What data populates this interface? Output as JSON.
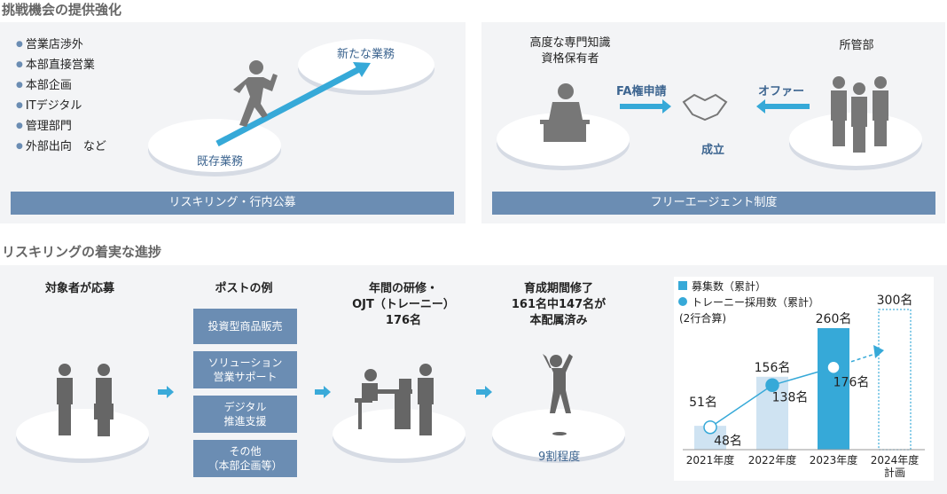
{
  "section1": {
    "title": "挑戦機会の提供強化",
    "left": {
      "items": [
        "営業店渉外",
        "本部直接営業",
        "本部企画",
        "ITデジタル",
        "管理部門",
        "外部出向　など"
      ],
      "from": "既存業務",
      "to": "新たな業務",
      "band": "リスキリング・行内公募"
    },
    "right": {
      "expert": [
        "高度な専門知識",
        "資格保有者"
      ],
      "dept": "所管部",
      "request": "FA権申請",
      "offer": "オファー",
      "result": "成立",
      "band": "フリーエージェント制度"
    }
  },
  "section2": {
    "title": "リスキリングの着実な進捗",
    "step1": "対象者が応募",
    "step2": "ポストの例",
    "posts": [
      [
        "投資型商品販売"
      ],
      [
        "ソリューション",
        "営業サポート"
      ],
      [
        "デジタル",
        "推進支援"
      ],
      [
        "その他",
        "（本部企画等）"
      ]
    ],
    "step3": [
      "年間の研修・",
      "OJT（トレーニー）",
      "176名"
    ],
    "step4": [
      "育成期間修了",
      "161名中147名が",
      "本配属済み"
    ],
    "step4_rate": "9割程度"
  },
  "chart_data": {
    "type": "bar",
    "legend": [
      "募集数（累計）",
      "トレーニー採用数（累計）",
      "(2行合算)"
    ],
    "categories": [
      "2021年度",
      "2022年度",
      "2023年度",
      "2024年度"
    ],
    "category_sub": [
      "",
      "",
      "",
      "計画"
    ],
    "series": [
      {
        "name": "募集数（累計）",
        "values": [
          51,
          156,
          260,
          300
        ],
        "labels": [
          "51名",
          "156名",
          "260名",
          "300名"
        ],
        "colors": [
          "#cfe3f2",
          "#cfe3f2",
          "#36a9d8",
          "none"
        ]
      },
      {
        "name": "トレーニー採用数（累計）",
        "values": [
          48,
          138,
          176
        ],
        "labels": [
          "48名",
          "138名",
          "176名"
        ],
        "color": "#36a9d8"
      }
    ],
    "ylim": [
      0,
      320
    ]
  }
}
